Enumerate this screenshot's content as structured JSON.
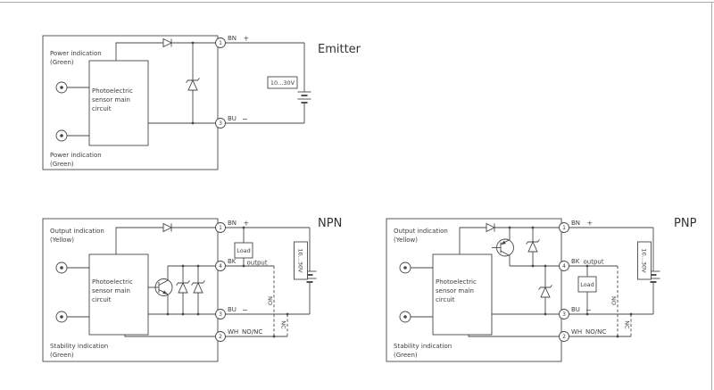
{
  "colors": {
    "ink": "#474747",
    "frame": "#aaaaaa",
    "background": "#ffffff"
  },
  "emitter": {
    "title": "Emitter",
    "voltage": "10...30V",
    "indicator_top": {
      "line1": "Power indication",
      "line2": "(Green)"
    },
    "indicator_bottom": {
      "line1": "Power indication",
      "line2": "(Green)"
    },
    "main_circuit": {
      "line1": "Photoelectric",
      "line2": "sensor main",
      "line3": "circuit"
    },
    "t1": {
      "num": "1",
      "wire": "BN",
      "sign": "+"
    },
    "t3": {
      "num": "3",
      "wire": "BU",
      "sign": "−"
    }
  },
  "npn": {
    "title": "NPN",
    "voltage": "10...30V",
    "indicator_top": {
      "line1": "Output indication",
      "line2": "(Yellow)"
    },
    "indicator_bottom": {
      "line1": "Stability indication",
      "line2": "(Green)"
    },
    "main_circuit": {
      "line1": "Photoelectric",
      "line2": "sensor main",
      "line3": "circuit"
    },
    "load": "Load",
    "output": "output",
    "mode_no": "NO",
    "mode_nc": "NC",
    "t1": {
      "num": "1",
      "wire": "BN",
      "sign": "+"
    },
    "t4": {
      "num": "4",
      "wire": "BK"
    },
    "t3": {
      "num": "3",
      "wire": "BU",
      "sign": "−"
    },
    "t2": {
      "num": "2",
      "wire": "WH",
      "sign": "NO/NC"
    }
  },
  "pnp": {
    "title": "PNP",
    "voltage": "10...30V",
    "indicator_top": {
      "line1": "Output indication",
      "line2": "(Yellow)"
    },
    "indicator_bottom": {
      "line1": "Stability indication",
      "line2": "(Green)"
    },
    "main_circuit": {
      "line1": "Photoelectric",
      "line2": "sensor main",
      "line3": "circuit"
    },
    "load": "Load",
    "output": "output",
    "mode_no": "NO",
    "mode_nc": "NC",
    "t1": {
      "num": "1",
      "wire": "BN",
      "sign": "+"
    },
    "t4": {
      "num": "4",
      "wire": "BK"
    },
    "t3": {
      "num": "3",
      "wire": "BU",
      "sign": "−"
    },
    "t2": {
      "num": "2",
      "wire": "WH",
      "sign": "NO/NC"
    }
  }
}
